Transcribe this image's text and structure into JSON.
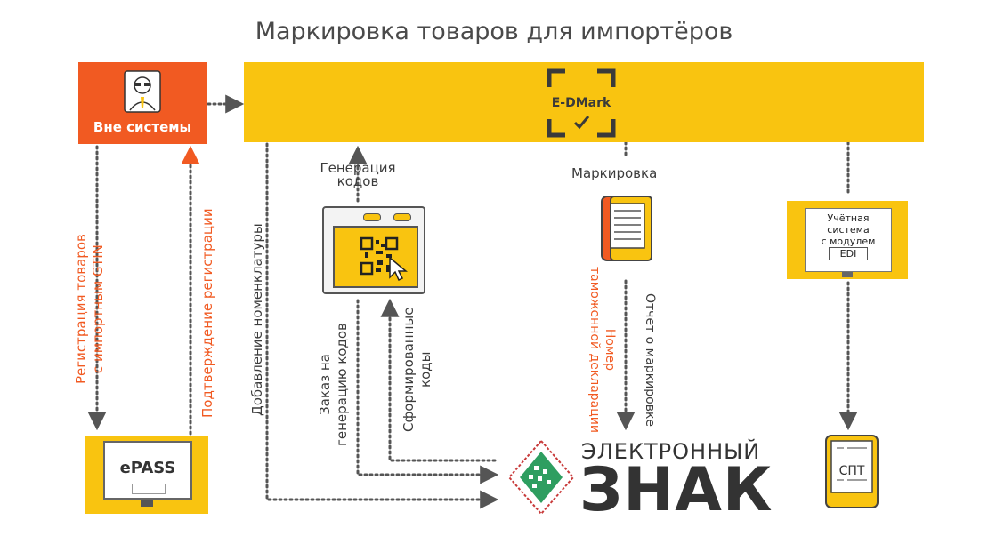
{
  "title": "Маркировка товаров для импортёров",
  "actor": {
    "label": "Вне системы",
    "icon": "person-icon"
  },
  "edmark": {
    "label": "E-DMark",
    "icon": "check-icon"
  },
  "code_generation": {
    "label_line1": "Генерация",
    "label_line2": "кодов"
  },
  "marking": {
    "label": "Маркировка"
  },
  "edi": {
    "line1": "Учётная",
    "line2": "система",
    "line3": "с модулем",
    "line4": "EDI"
  },
  "epass": {
    "label": "ePASS"
  },
  "spt": {
    "label": "СПТ"
  },
  "electronic_sign": {
    "line1": "ЭЛЕКТРОННЫЙ",
    "line2": "ЗНАК"
  },
  "arrows": {
    "reg_line1": "Регистрация товаров",
    "reg_line2": "с импортным GTIN",
    "confirm": "Подтверждение регистрации",
    "add_nomenclature": "Добавление номенклатуры",
    "order_line1": "Заказ на",
    "order_line2": "генерацию кодов",
    "formed_line1": "Сформированные",
    "formed_line2": "коды",
    "customs_line1": "Номер",
    "customs_line2": "таможенной декларации",
    "report": "Отчет о  маркировке"
  },
  "colors": {
    "orange": "#f15a22",
    "yellow": "#f9c410",
    "dark": "#555555"
  }
}
